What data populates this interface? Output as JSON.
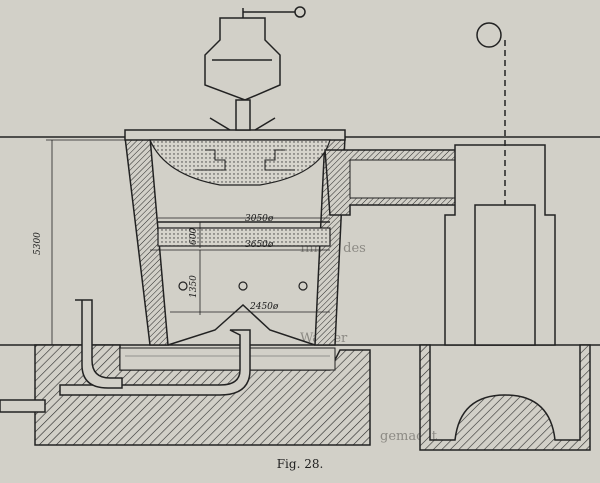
{
  "caption": "Fig. 28.",
  "dimensions": {
    "total_height": "5300",
    "height_a": "600",
    "height_b": "1350",
    "diameter_a": "3050ø",
    "diameter_b": "3650ø",
    "diameter_c": "2450ø"
  },
  "bleed_through": {
    "line_1": "Inhalt des",
    "line_2": "gemacht",
    "line_3": "Wasser"
  }
}
